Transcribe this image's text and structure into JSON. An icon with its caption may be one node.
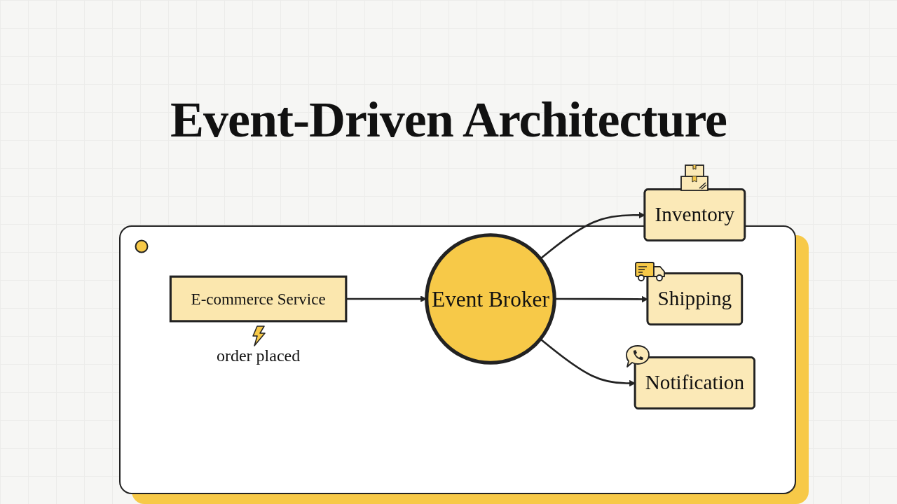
{
  "diagram": {
    "title": "Event-Driven Architecture",
    "nodes": [
      {
        "text": [
          "E-commerce Service"
        ],
        "beside": [
          "order placed"
        ]
      },
      {
        "text": [
          "Event Broker"
        ]
      },
      {
        "text": [
          "Inventory"
        ]
      },
      {
        "text": [
          "Shipping"
        ]
      },
      {
        "text": [
          "Notification"
        ]
      }
    ],
    "edges": [
      {
        "from": 0,
        "to": 1,
        "arrow": "to"
      },
      {
        "from": 1,
        "to": 2,
        "arrow": "to"
      },
      {
        "from": 1,
        "to": 3,
        "arrow": "to"
      },
      {
        "from": 1,
        "to": 4,
        "arrow": "to"
      }
    ]
  }
}
